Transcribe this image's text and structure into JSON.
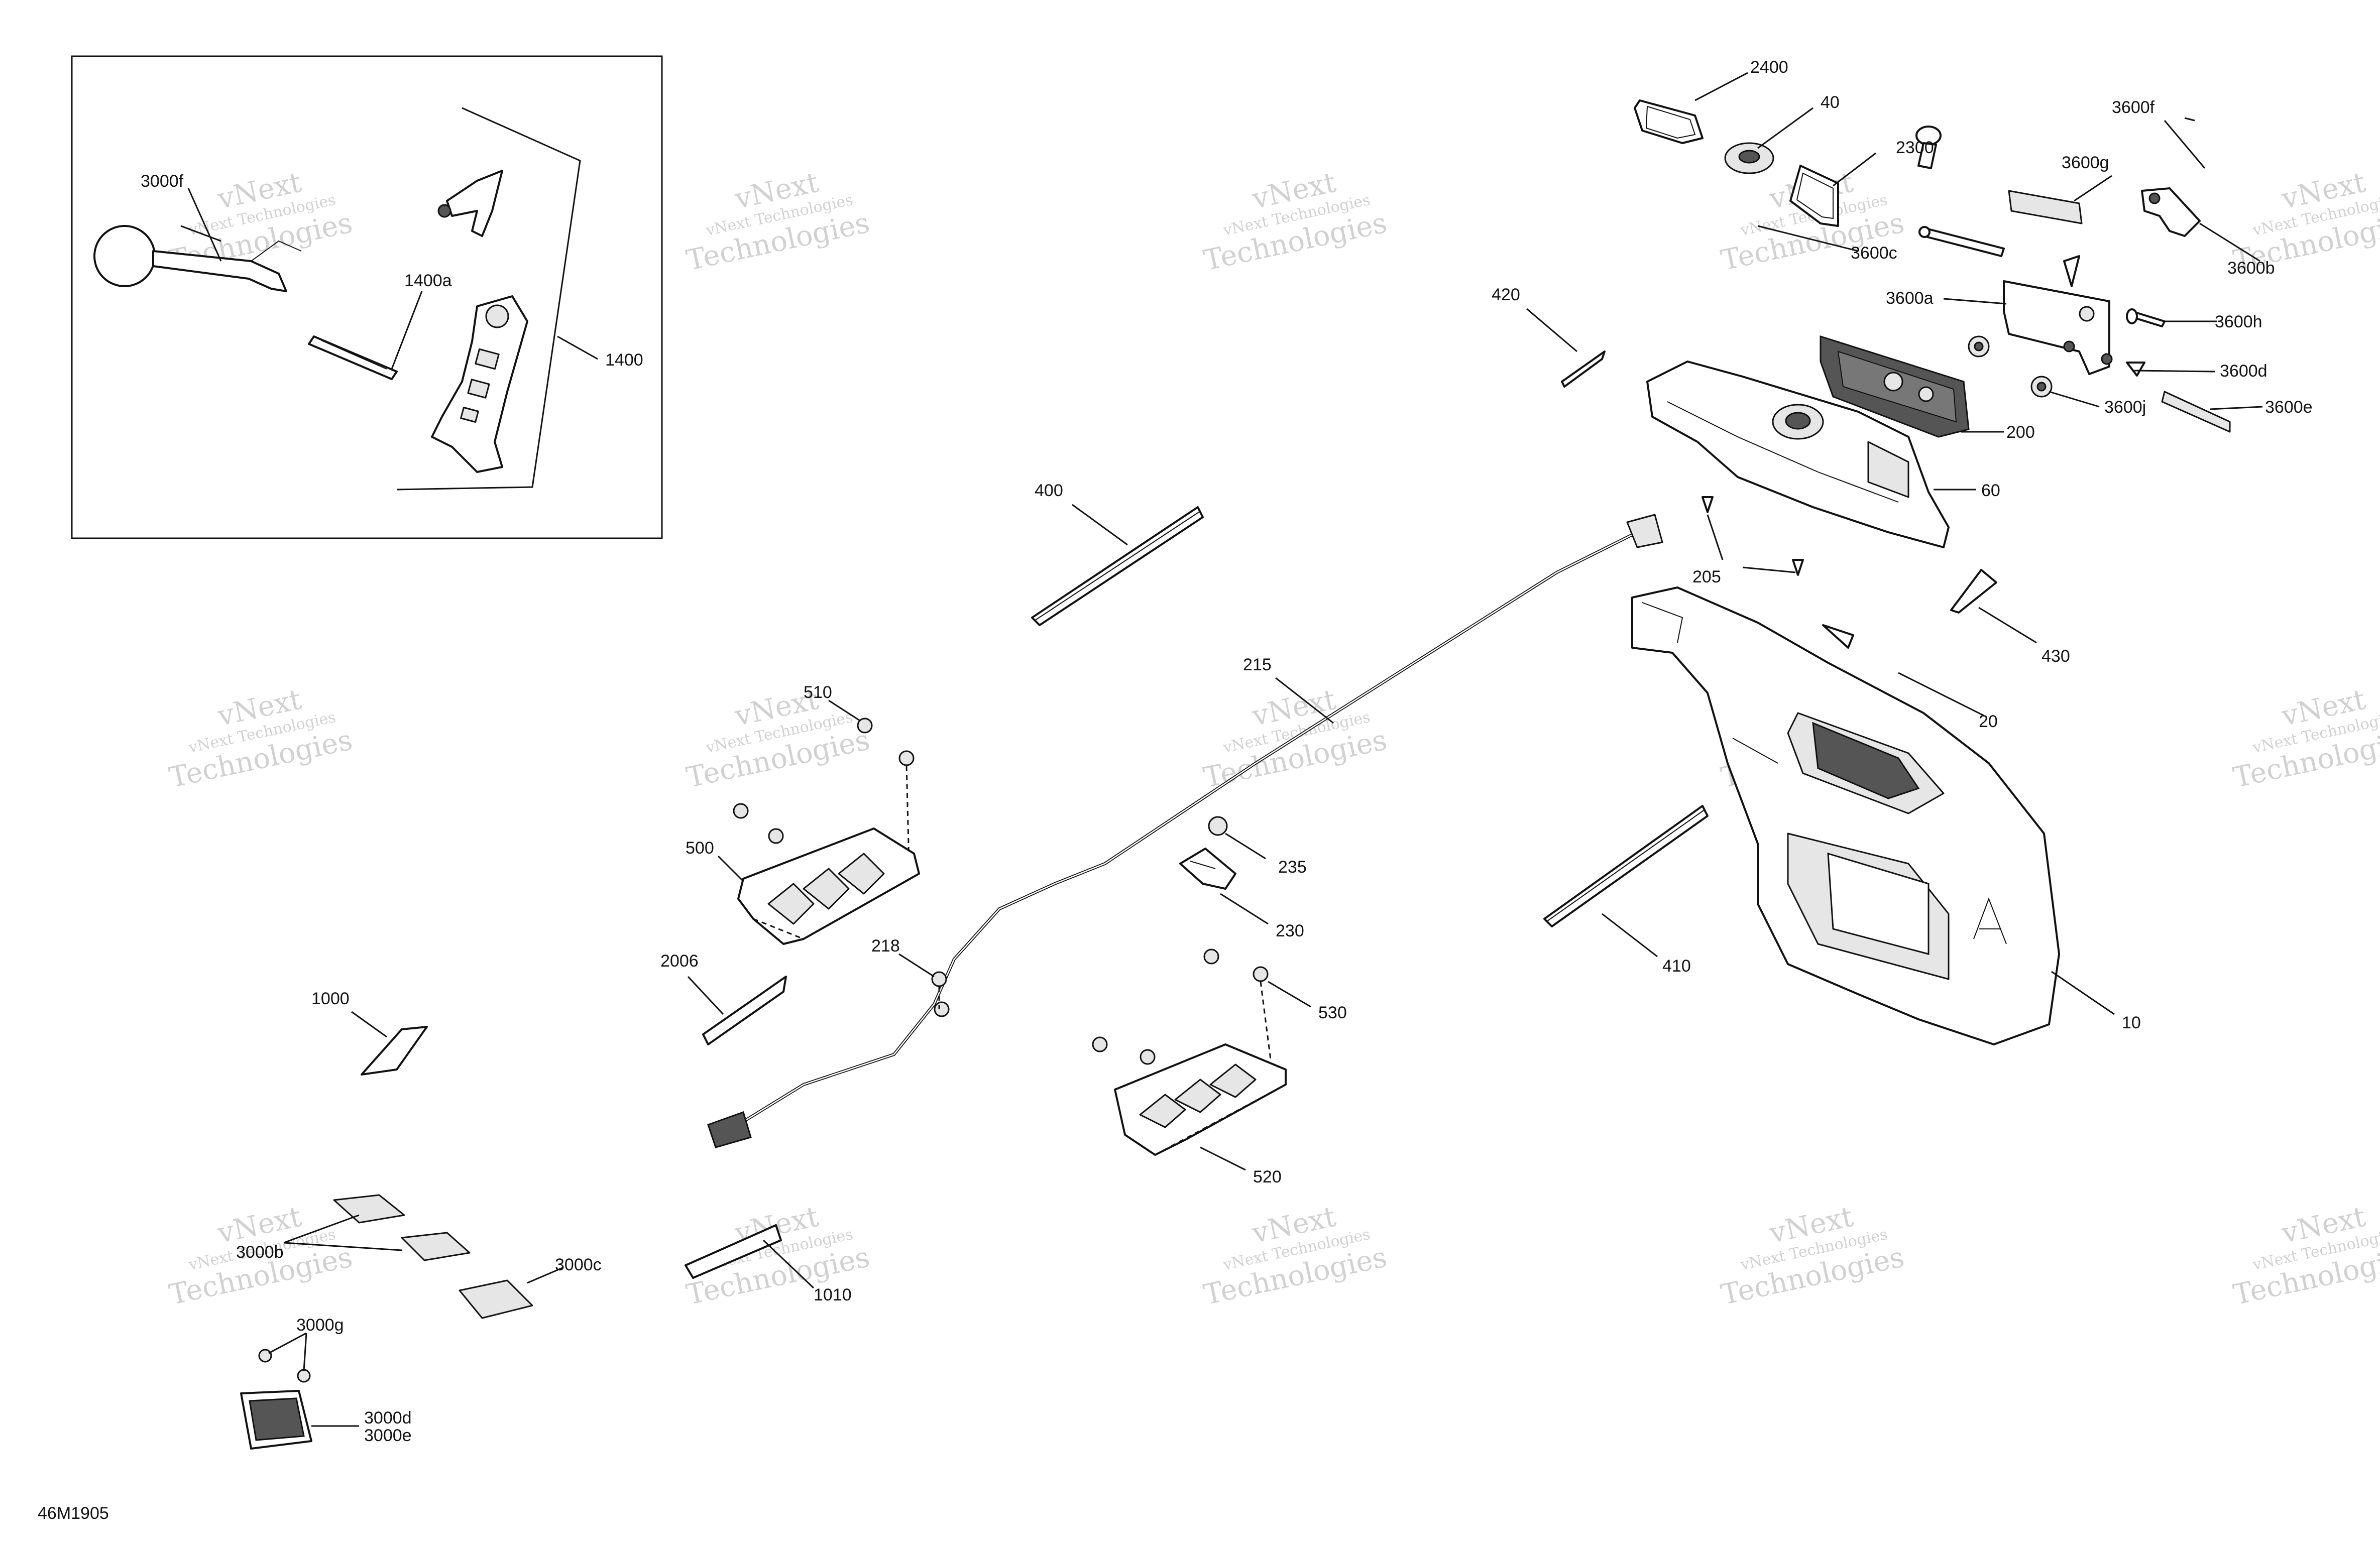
{
  "diagram": {
    "doc_id": "46M1905",
    "watermark_line1": "vNext Technologies",
    "watermark_line2": "vNext",
    "watermark_line3": "Technologies",
    "callouts": [
      {
        "id": "3000f",
        "label": "3000f"
      },
      {
        "id": "1400a",
        "label": "1400a"
      },
      {
        "id": "1400",
        "label": "1400"
      },
      {
        "id": "2400",
        "label": "2400"
      },
      {
        "id": "40",
        "label": "40"
      },
      {
        "id": "2300",
        "label": "2300"
      },
      {
        "id": "3600f",
        "label": "3600f"
      },
      {
        "id": "3600g",
        "label": "3600g"
      },
      {
        "id": "3600c",
        "label": "3600c"
      },
      {
        "id": "3600b",
        "label": "3600b"
      },
      {
        "id": "3600a",
        "label": "3600a"
      },
      {
        "id": "3600h",
        "label": "3600h"
      },
      {
        "id": "3600d",
        "label": "3600d"
      },
      {
        "id": "3600j",
        "label": "3600j"
      },
      {
        "id": "3600e",
        "label": "3600e"
      },
      {
        "id": "420",
        "label": "420"
      },
      {
        "id": "200",
        "label": "200"
      },
      {
        "id": "60",
        "label": "60"
      },
      {
        "id": "400",
        "label": "400"
      },
      {
        "id": "205",
        "label": "205"
      },
      {
        "id": "430",
        "label": "430"
      },
      {
        "id": "215",
        "label": "215"
      },
      {
        "id": "20",
        "label": "20"
      },
      {
        "id": "510",
        "label": "510"
      },
      {
        "id": "500",
        "label": "500"
      },
      {
        "id": "235",
        "label": "235"
      },
      {
        "id": "230",
        "label": "230"
      },
      {
        "id": "2006",
        "label": "2006"
      },
      {
        "id": "218",
        "label": "218"
      },
      {
        "id": "410",
        "label": "410"
      },
      {
        "id": "1000",
        "label": "1000"
      },
      {
        "id": "530",
        "label": "530"
      },
      {
        "id": "10",
        "label": "10"
      },
      {
        "id": "520",
        "label": "520"
      },
      {
        "id": "3000b",
        "label": "3000b"
      },
      {
        "id": "3000c",
        "label": "3000c"
      },
      {
        "id": "1010",
        "label": "1010"
      },
      {
        "id": "3000g",
        "label": "3000g"
      },
      {
        "id": "3000d",
        "label": "3000d"
      },
      {
        "id": "3000e",
        "label": "3000e"
      }
    ]
  }
}
